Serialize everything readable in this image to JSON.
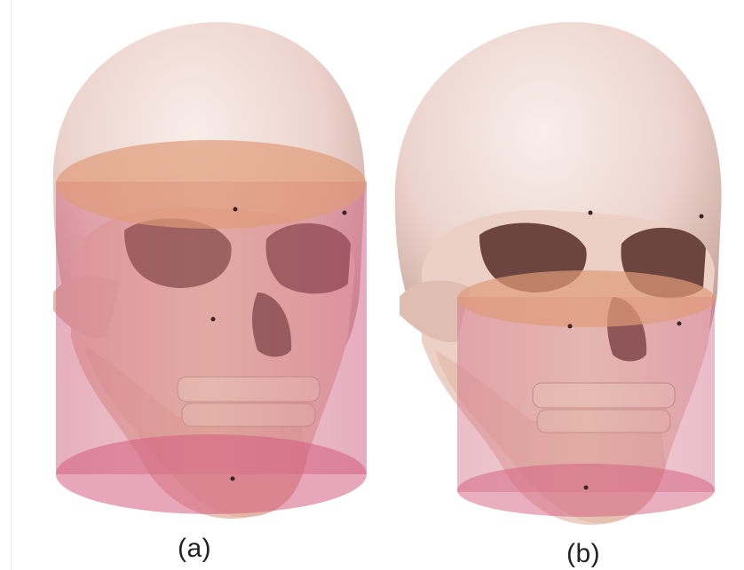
{
  "figure": {
    "panels": [
      {
        "id": "a",
        "label": "(a)",
        "depicts": "skull-with-tall-cylinder"
      },
      {
        "id": "b",
        "label": "(b)",
        "depicts": "skull-with-short-cylinder"
      }
    ]
  },
  "colors": {
    "bone_light": "#f3e4df",
    "bone_mid": "#e8c8bf",
    "bone_shadow": "#b88f86",
    "eye_socket": "#5f3b37",
    "cylinder_fill": "#d8778d",
    "cylinder_top": "#e0a07a",
    "cylinder_bottom": "#d46a85",
    "teeth": "#ecd7c5"
  }
}
